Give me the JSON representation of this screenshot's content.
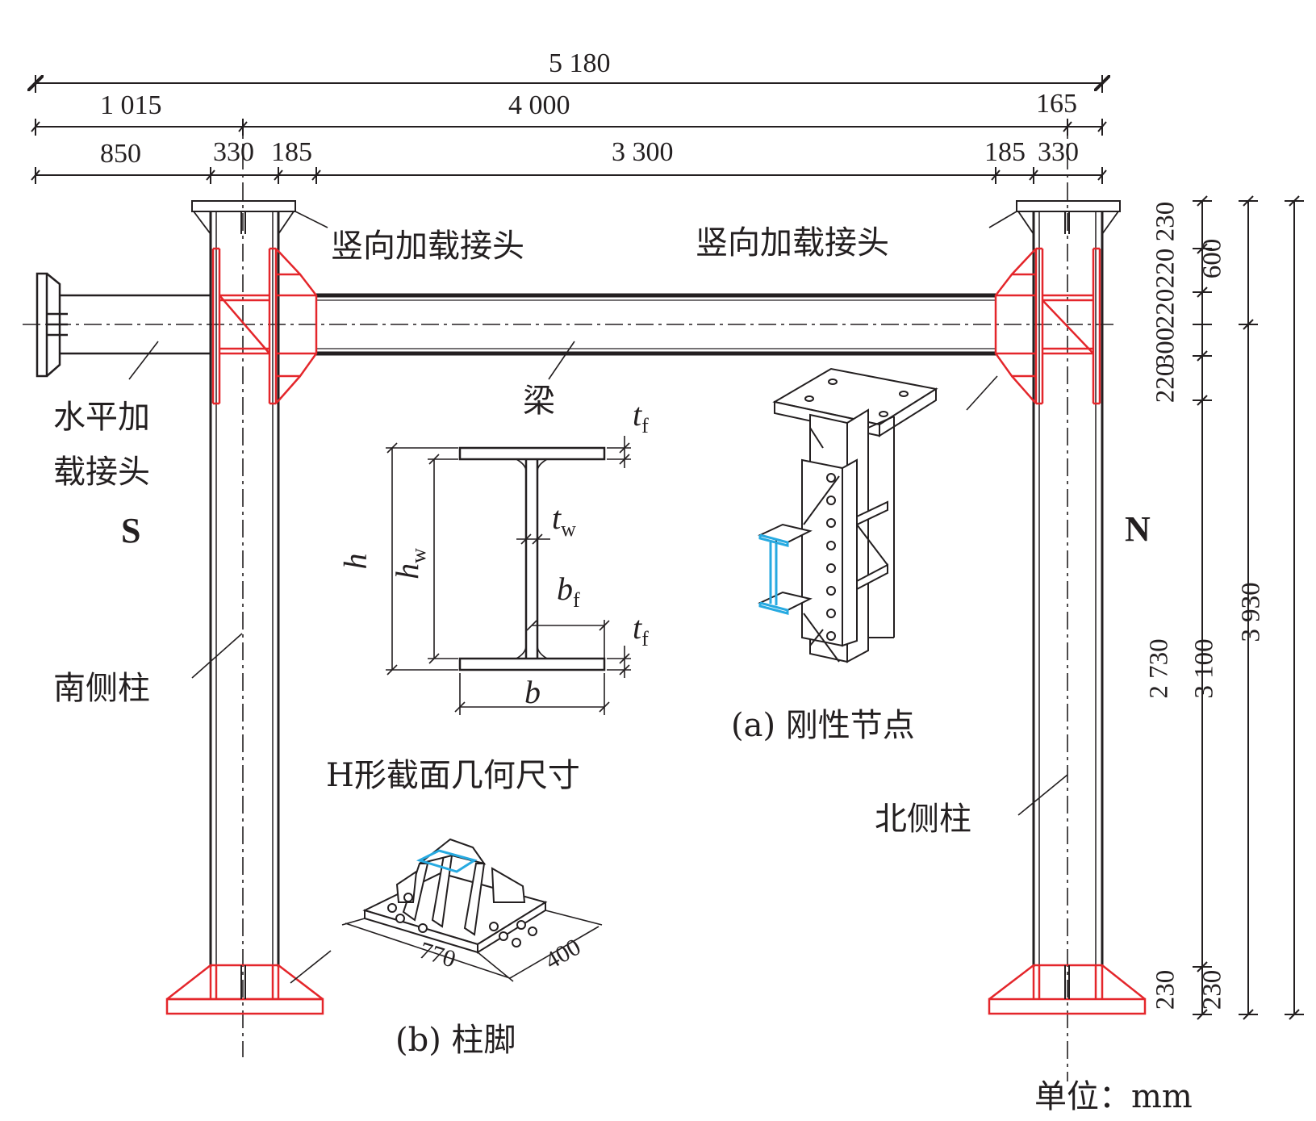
{
  "colors": {
    "ink": "#231f20",
    "joint": "#e4262b",
    "flange": "#27aae1"
  },
  "dims_top": {
    "total": "5 180",
    "left_offset": "1 015",
    "span": "4 000",
    "right_offset": "165",
    "left_edge": "850",
    "col_width_s": "330",
    "gap_s": "185",
    "beam_clear": "3 300",
    "gap_n": "185",
    "col_width_n": "330"
  },
  "dims_right": {
    "top_plate": "230",
    "upper_1": "220",
    "upper_2": "220",
    "beam_depth": "300",
    "lower_1": "220",
    "joint_height": "600",
    "column_clear": "2 730",
    "base_plate": "230",
    "base_plate_2": "230",
    "column_height": "3 100",
    "total_height": "3 930"
  },
  "labels": {
    "vertical_joint": "竖向加载接头",
    "horizontal_joint_line1": "水平加",
    "horizontal_joint_line2": "载接头",
    "beam": "梁",
    "south": "S",
    "north": "N",
    "south_column": "南侧柱",
    "north_column": "北侧柱",
    "section_title": "H形截面几何尺寸",
    "rigid_joint": "(a) 刚性节点",
    "column_base": "(b) 柱脚",
    "unit": "单位：mm"
  },
  "section_vars": {
    "h": "h",
    "hw": "h",
    "hw_sub": "w",
    "tf": "t",
    "tf_sub": "f",
    "tw": "t",
    "tw_sub": "w",
    "bf": "b",
    "bf_sub": "f",
    "b": "b"
  },
  "base_dims": {
    "length": "770",
    "width": "400"
  }
}
